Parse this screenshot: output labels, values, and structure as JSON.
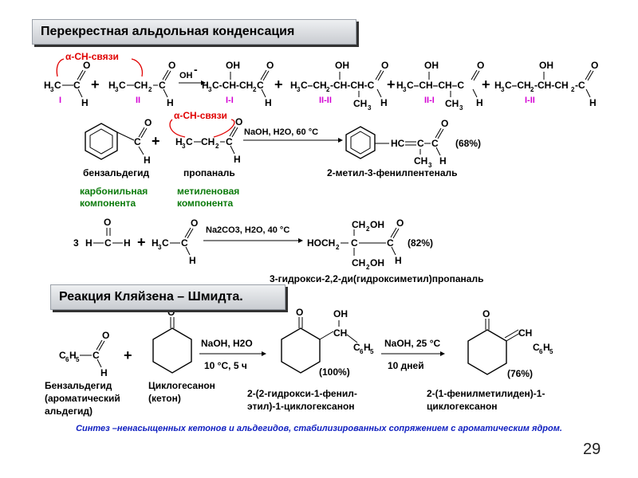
{
  "section1": {
    "title": "Перекрестная альдольная конденсация",
    "row1": {
      "alpha_label": "α-CH-связи",
      "oh_minus": "OH",
      "labels": [
        "I",
        "II",
        "I-I",
        "II-II",
        "II-I",
        "I-II"
      ]
    },
    "row2": {
      "alpha_label": "α-CH-связи",
      "conditions": "NaOH, H2O, 60 °C",
      "yield": "(68%)",
      "reactant1_name": "бензальдегид",
      "reactant1_role": "карбонильная компонента",
      "reactant2_name": "пропаналь",
      "reactant2_role": "метиленовая компонента",
      "product_name": "2-метил-3-фенилпентеналь"
    },
    "row3": {
      "coefficient": "3",
      "conditions": "Na2CO3, H2O, 40 °C",
      "yield": "(82%)",
      "product_name": "3-гидрокси-2,2-ди(гидроксиметил)пропаналь"
    }
  },
  "section2": {
    "title": "Реакция Кляйзена – Шмидта.",
    "conditions1_line1": "NaOH, H2O",
    "conditions1_line2": "10 °C, 5 ч",
    "yield1": "(100%)",
    "conditions2_line1": "NaOH, 25 °C",
    "conditions2_line2": "10 дней",
    "yield2": "(76%)",
    "reactant1_name": "Бензальдегид (ароматический альдегид)",
    "reactant2_name": "Циклогесанон (кетон)",
    "product1_name": "2-(2-гидрокси-1-фенил-этил)-1-циклогексанон",
    "product2_name": "2-(1-фенилметилиден)-1-циклогексанон"
  },
  "footer_note": "Синтез –ненасыщенных кетонов и альдегидов, стабилизированных сопряжением с ароматическим ядром.",
  "page_number": "29"
}
